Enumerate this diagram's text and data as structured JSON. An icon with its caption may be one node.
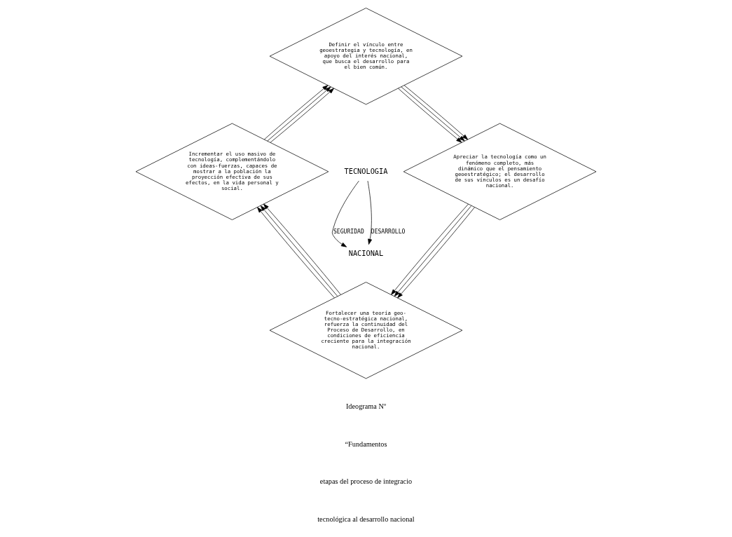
{
  "diagram": {
    "nodes": [
      {
        "text": [
          "Definir el vínculo entre geoestrategia y tecnología, en apoyo del interés nacional, que busca el desarrollo para el bien común."
        ]
      },
      {
        "text": [
          "Apreciar la tecnología como un fenómeno completo, más dinámico que el pensamiento geoestratégico; el desarrollo de sus vínculos es un desafío nacional."
        ]
      },
      {
        "text": [
          "Fortalecer una teoría geo-tecno-estratégica nacional, refuerza la continuidad del Proceso de Desarrollo, en condiciones de eficiencia creciente para la integración nacional."
        ]
      },
      {
        "text": [
          "Incrementar el uso masivo de tecnología, complementándolo con ideas-fuerzas, capaces de mostrar a la población la proyección efectiva de sus efectos, en la vida personal y social."
        ]
      },
      {
        "text": [
          "TECNOLOGIA"
        ]
      },
      {
        "text": [
          "NACIONAL"
        ]
      }
    ],
    "edges": [
      {
        "from": 4,
        "to": 5,
        "arrow": "to",
        "label": "DESARROLLO"
      },
      {
        "from": 4,
        "to": 5,
        "arrow": "to",
        "label": "SEGURIDAD"
      },
      {
        "from": 3,
        "to": 0,
        "arrow": "to"
      },
      {
        "from": 3,
        "to": 0,
        "arrow": "to"
      },
      {
        "from": 3,
        "to": 0,
        "arrow": "to"
      },
      {
        "from": 0,
        "to": 1,
        "arrow": "to"
      },
      {
        "from": 0,
        "to": 1,
        "arrow": "to"
      },
      {
        "from": 0,
        "to": 1,
        "arrow": "to"
      },
      {
        "from": 1,
        "to": 2,
        "arrow": "to"
      },
      {
        "from": 1,
        "to": 2,
        "arrow": "to"
      },
      {
        "from": 1,
        "to": 2,
        "arrow": "to"
      },
      {
        "from": 2,
        "to": 3,
        "arrow": "to"
      },
      {
        "from": 2,
        "to": 3,
        "arrow": "to"
      },
      {
        "from": 2,
        "to": 3,
        "arrow": "to"
      }
    ],
    "labels": [
      "Ideograma Nº",
      "“Fundamentos",
      "etapas del proceso de integracio",
      "tecnológica al desarrollo nacional"
    ]
  }
}
